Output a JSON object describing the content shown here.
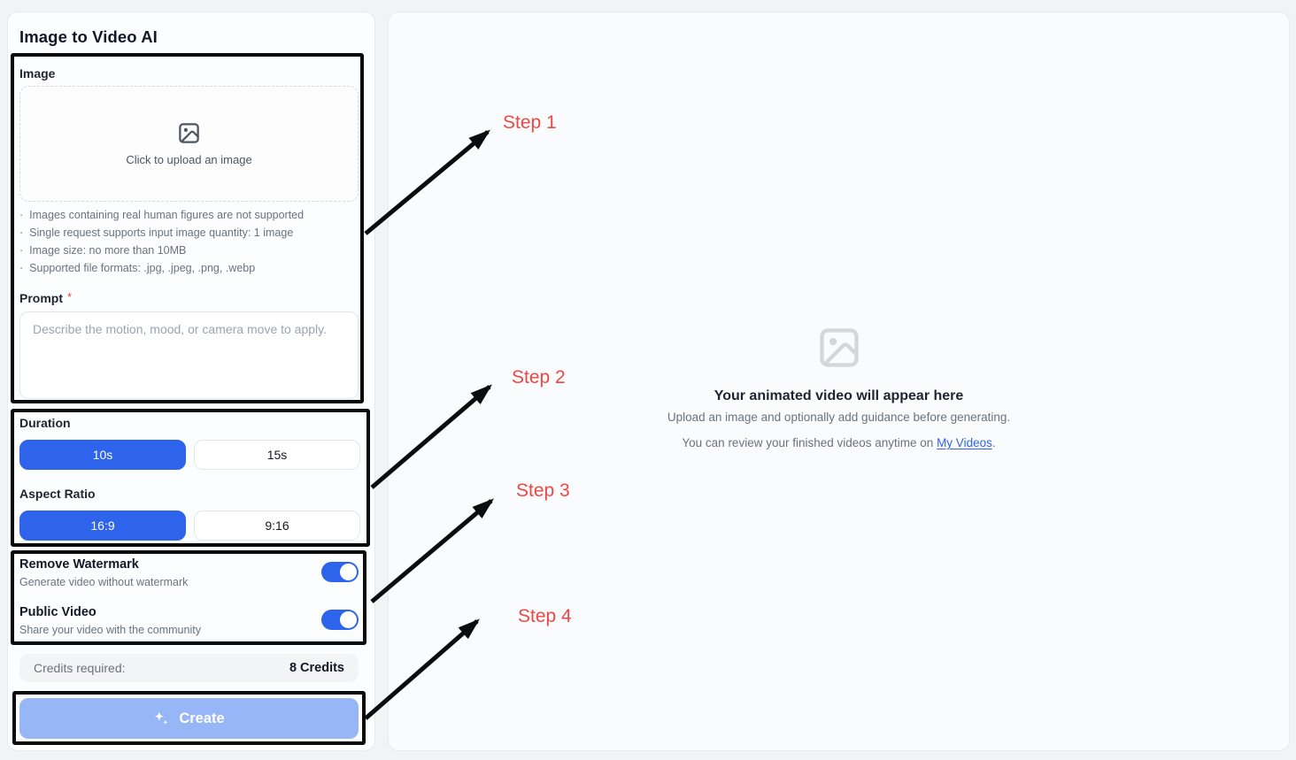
{
  "colors": {
    "accent": "#2e63eb",
    "create_disabled": "#96b6f7",
    "annotation_red": "#ef4745",
    "annotation_black": "#0a0a0a"
  },
  "panel": {
    "title": "Image to Video AI",
    "image_section": {
      "label": "Image",
      "upload_icon": "image-icon",
      "upload_text": "Click to upload an image",
      "bullet": "·",
      "notes": [
        "Images containing real human figures are not supported",
        "Single request supports input image quantity: 1 image",
        "Image size: no more than 10MB",
        "Supported file formats: .jpg, .jpeg, .png, .webp"
      ]
    },
    "prompt": {
      "label": "Prompt",
      "required_mark": "*",
      "value": "",
      "placeholder": "Describe the motion, mood, or camera move to apply."
    },
    "duration": {
      "label": "Duration",
      "options": [
        {
          "label": "10s",
          "selected": true
        },
        {
          "label": "15s",
          "selected": false
        }
      ]
    },
    "aspect_ratio": {
      "label": "Aspect Ratio",
      "options": [
        {
          "label": "16:9",
          "selected": true
        },
        {
          "label": "9:16",
          "selected": false
        }
      ]
    },
    "toggles": [
      {
        "title": "Remove Watermark",
        "subtitle": "Generate video without watermark",
        "on": true
      },
      {
        "title": "Public Video",
        "subtitle": "Share your video with the community",
        "on": true
      }
    ],
    "credits": {
      "label": "Credits required:",
      "value": "8 Credits"
    },
    "create": {
      "label": "Create",
      "icon": "sparkles-icon"
    }
  },
  "preview": {
    "placeholder_icon": "image-placeholder-icon",
    "title": "Your animated video will appear here",
    "subtitle": "Upload an image and optionally add guidance before generating.",
    "review_prefix": "You can review your finished videos anytime on ",
    "review_link": "My Videos",
    "review_suffix": "."
  },
  "annotations": {
    "steps": [
      {
        "label": "Step 1"
      },
      {
        "label": "Step 2"
      },
      {
        "label": "Step 3"
      },
      {
        "label": "Step 4"
      }
    ]
  }
}
